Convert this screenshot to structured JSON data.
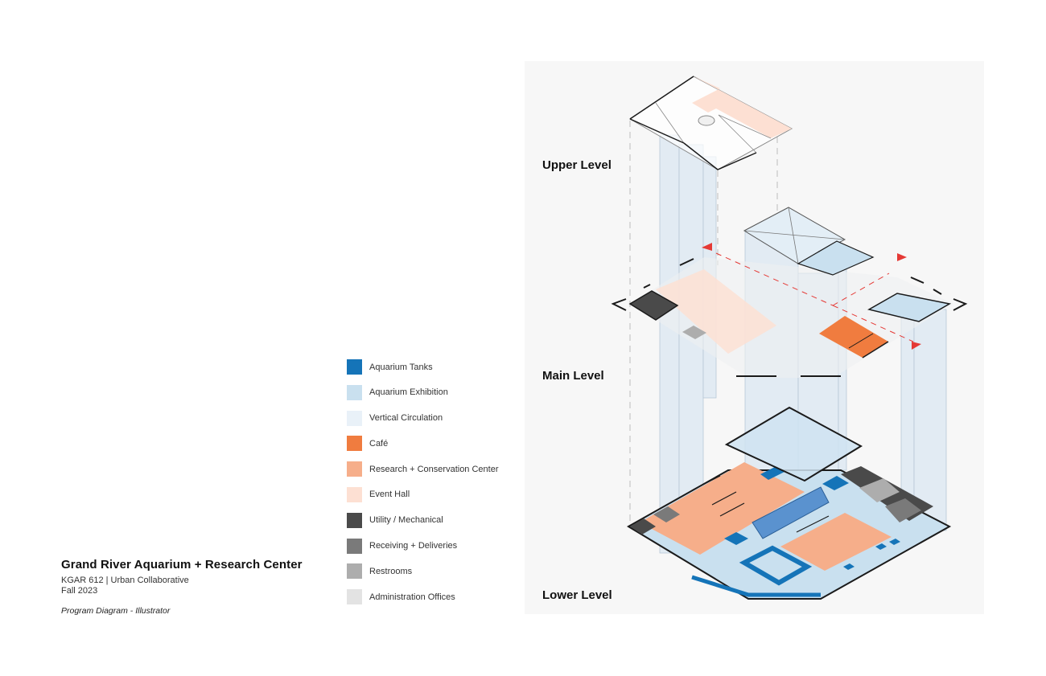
{
  "project": {
    "title": "Grand River Aquarium + Research Center",
    "course": "KGAR 612 | Urban Collaborative",
    "term": "Fall 2023",
    "caption": "Program Diagram - Illustrator"
  },
  "legend": {
    "items": [
      {
        "label": "Aquarium Tanks",
        "color": "#1574b8"
      },
      {
        "label": "Aquarium Exhibition",
        "color": "#c9e0ef"
      },
      {
        "label": "Vertical Circulation",
        "color": "#e9f1f8"
      },
      {
        "label": "Café",
        "color": "#f07c3f"
      },
      {
        "label": "Research + Conservation Center",
        "color": "#f6ae8a"
      },
      {
        "label": "Event Hall",
        "color": "#fde0d3"
      },
      {
        "label": "Utility / Mechanical",
        "color": "#4a4a4a"
      },
      {
        "label": "Receiving + Deliveries",
        "color": "#7a7a7a"
      },
      {
        "label": "Restrooms",
        "color": "#adadad"
      },
      {
        "label": "Administration Offices",
        "color": "#e3e3e3"
      }
    ]
  },
  "levels": {
    "upper": "Upper Level",
    "main": "Main Level",
    "lower": "Lower Level"
  },
  "colors": {
    "panel": "#f7f7f7",
    "line": "#1a1a1a",
    "entry_marker": "#e53935",
    "circulation_column": "#dbe7f1"
  }
}
